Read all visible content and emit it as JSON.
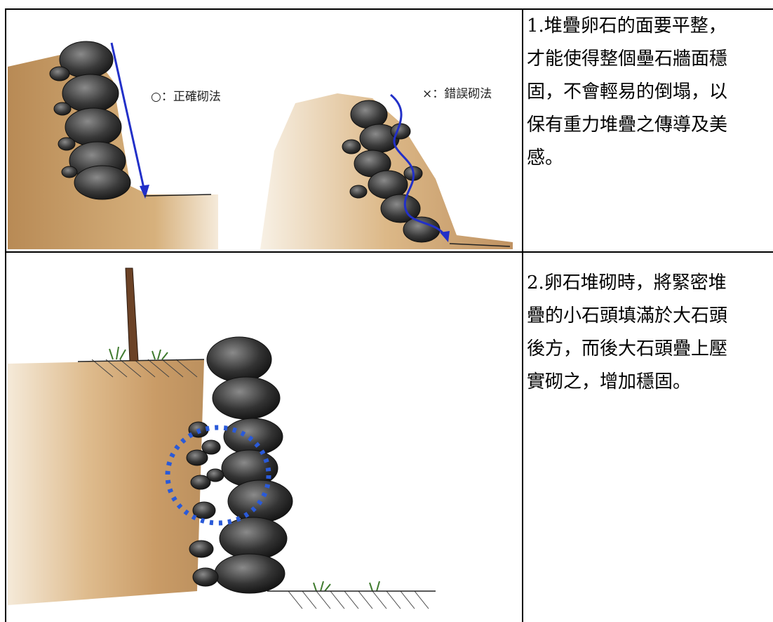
{
  "rows": [
    {
      "text": "1.堆疊卵石的面要平整，\n才能使得整個壘石牆面穩\n固，不會輕易的倒塌，以\n保有重力堆疊之傳導及美\n感。",
      "figure": {
        "correct_label": "○：正確砌法",
        "wrong_label": "×：錯誤砌法"
      }
    },
    {
      "text": "2.卵石堆砌時，將緊密堆\n疊的小石頭填滿於大石頭\n後方，而後大石頭疊上壓\n實砌之，增加穩固。"
    }
  ],
  "colors": {
    "soil": "#c89a5a",
    "soil_dark": "#a8743a",
    "stone": "#2e2e2e",
    "arrow": "#2230c8",
    "dotted_circle": "#2a5ad8"
  }
}
